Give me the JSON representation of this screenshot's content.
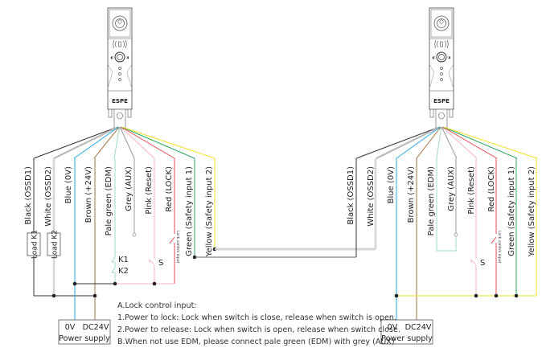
{
  "device_left": {
    "brand": "ESPE"
  },
  "device_right": {
    "brand": "ESPE"
  },
  "wires": [
    {
      "label": "Black (OSSD1)",
      "color": "#333333"
    },
    {
      "label": "White (OSSD2)",
      "color": "#bbbbbb"
    },
    {
      "label": "Blue (0V)",
      "color": "#29abe2"
    },
    {
      "label": "Brown (+24V)",
      "color": "#a0703a"
    },
    {
      "label": "Pale green (EDM)",
      "color": "#9fd8c0"
    },
    {
      "label": "Grey (AUX)",
      "color": "#999999"
    },
    {
      "label": "Pink (Reset)",
      "color": "#f4b6c2"
    },
    {
      "label": "Red (LOCK)",
      "color": "#e5484d"
    },
    {
      "label": "Green (Safety input 1)",
      "color": "#2ea866"
    },
    {
      "label": "Yellow (Safety input 2)",
      "color": "#f2e227"
    }
  ],
  "left": {
    "load_k1": "Load K1",
    "load_k2": "Load K2",
    "k1": "K1",
    "k2": "K2",
    "s": "S",
    "lock_control": "Lock control input",
    "power_supply": {
      "v0": "0V",
      "v24": "DC24V",
      "label": "Power supply"
    }
  },
  "right": {
    "s": "S",
    "lock_control": "Lock control input",
    "power_supply": {
      "v0": "0V",
      "v24": "DC24V",
      "label": "Power supply"
    }
  },
  "notes": [
    "A.Lock control input:",
    "1.Power to lock: Lock when switch is close, release when switch is open.",
    "2.Power to release: Lock when switch is open, release when switch close.",
    "B.When not use EDM, please connect pale green (EDM) with grey (AUX)"
  ]
}
